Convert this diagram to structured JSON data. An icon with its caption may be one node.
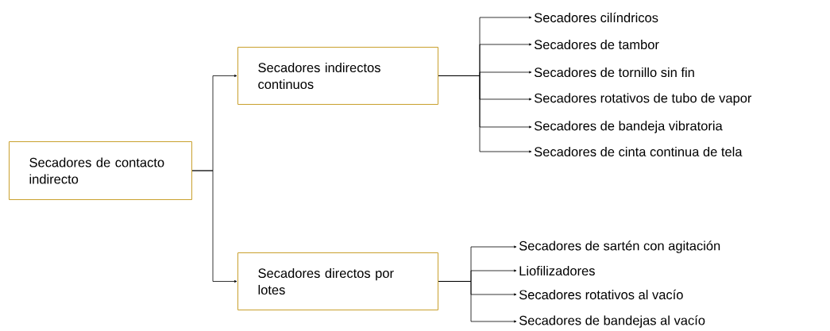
{
  "diagram": {
    "nodes": [
      {
        "text": [
          "Secadores de contacto indirecto"
        ]
      },
      {
        "text": [
          "Secadores indirectos continuos"
        ]
      },
      {
        "text": [
          "Secadores directos por lotes"
        ]
      },
      {
        "text": [
          "Secadores cilíndricos"
        ]
      },
      {
        "text": [
          "Secadores de tambor"
        ]
      },
      {
        "text": [
          "Secadores de tornillo sin fin"
        ]
      },
      {
        "text": [
          "Secadores rotativos de tubo de vapor"
        ]
      },
      {
        "text": [
          "Secadores de bandeja vibratoria"
        ]
      },
      {
        "text": [
          "Secadores de cinta continua de tela"
        ]
      },
      {
        "text": [
          "Secadores de sartén con agitación"
        ]
      },
      {
        "text": [
          "Liofilizadores"
        ]
      },
      {
        "text": [
          "Secadores rotativos al vacío"
        ]
      },
      {
        "text": [
          "Secadores de bandejas al vacío"
        ]
      }
    ],
    "edges": [
      {
        "from": 0,
        "to": 1,
        "arrow": "to"
      },
      {
        "from": 0,
        "to": 2,
        "arrow": "to"
      },
      {
        "from": 1,
        "to": 3,
        "arrow": "to"
      },
      {
        "from": 1,
        "to": 4,
        "arrow": "to"
      },
      {
        "from": 1,
        "to": 5,
        "arrow": "to"
      },
      {
        "from": 1,
        "to": 6,
        "arrow": "to"
      },
      {
        "from": 1,
        "to": 7,
        "arrow": "to"
      },
      {
        "from": 1,
        "to": 8,
        "arrow": "to"
      },
      {
        "from": 2,
        "to": 9,
        "arrow": "to"
      },
      {
        "from": 2,
        "to": 10,
        "arrow": "to"
      },
      {
        "from": 2,
        "to": 11,
        "arrow": "to"
      },
      {
        "from": 2,
        "to": 12,
        "arrow": "to"
      }
    ]
  }
}
